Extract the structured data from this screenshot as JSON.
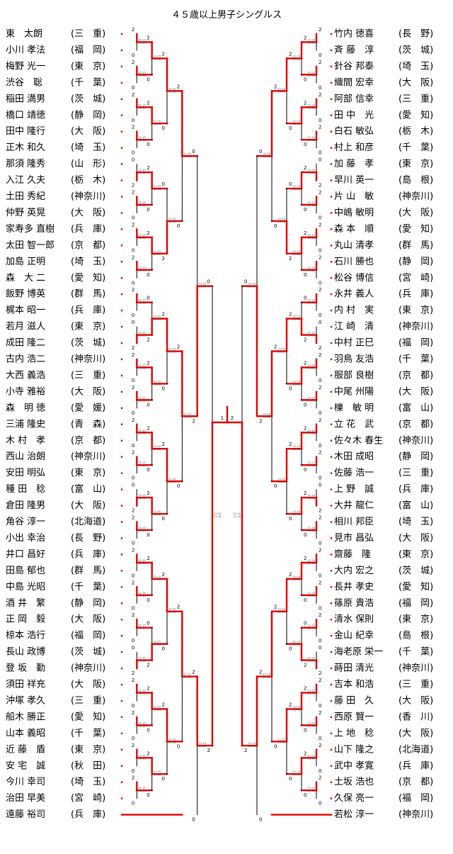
{
  "title": "４５歳以上男子シングルス",
  "left_players": [
    {
      "name": "東　太朗",
      "pref": "(三　重)"
    },
    {
      "name": "小川 孝法",
      "pref": "(福　岡)"
    },
    {
      "name": "梅野 光一",
      "pref": "(東　京)"
    },
    {
      "name": "渋谷　聡",
      "pref": "(千　葉)"
    },
    {
      "name": "稲田 満男",
      "pref": "(茨　城)"
    },
    {
      "name": "橋口 靖徳",
      "pref": "(静　岡)"
    },
    {
      "name": "田中 隆行",
      "pref": "(大　阪)"
    },
    {
      "name": "正木 和久",
      "pref": "(埼　玉)"
    },
    {
      "name": "那須 隆秀",
      "pref": "(山　形)"
    },
    {
      "name": "入江 久夫",
      "pref": "(栃　木)"
    },
    {
      "name": "土田 秀紀",
      "pref": "(神奈川)"
    },
    {
      "name": "仲野 英晃",
      "pref": "(大　阪)"
    },
    {
      "name": "家寿多 直樹",
      "pref": "(兵　庫)"
    },
    {
      "name": "太田 智一郎",
      "pref": "(京　都)"
    },
    {
      "name": "加島 正明",
      "pref": "(埼　玉)"
    },
    {
      "name": "森　大 二",
      "pref": "(愛　知)"
    },
    {
      "name": "飯野 博英",
      "pref": "(群　馬)"
    },
    {
      "name": "梶本 昭一",
      "pref": "(兵　庫)"
    },
    {
      "name": "若月 滋人",
      "pref": "(東　京)"
    },
    {
      "name": "成田 隆二",
      "pref": "(茨　城)"
    },
    {
      "name": "古内 浩二",
      "pref": "(神奈川)"
    },
    {
      "name": "大西 義浩",
      "pref": "(三　重)"
    },
    {
      "name": "小寺 雅裕",
      "pref": "(大　阪)"
    },
    {
      "name": "森　明 徳",
      "pref": "(愛　媛)"
    },
    {
      "name": "三浦 隆史",
      "pref": "(青　森)"
    },
    {
      "name": "木 村　孝",
      "pref": "(京　都)"
    },
    {
      "name": "西山 治朗",
      "pref": "(神奈川)"
    },
    {
      "name": "安田 明弘",
      "pref": "(東　京)"
    },
    {
      "name": "種 田　稔",
      "pref": "(富　山)"
    },
    {
      "name": "倉田 隆男",
      "pref": "(大　阪)"
    },
    {
      "name": "角谷 淳一",
      "pref": "(北海道)"
    },
    {
      "name": "小出 幸治",
      "pref": "(長　野)"
    },
    {
      "name": "井口 昌好",
      "pref": "(兵　庫)"
    },
    {
      "name": "田島 郁也",
      "pref": "(群　馬)"
    },
    {
      "name": "中島 光昭",
      "pref": "(千　葉)"
    },
    {
      "name": "酒 井　繁",
      "pref": "(静　岡)"
    },
    {
      "name": "正 岡　毅",
      "pref": "(大　阪)"
    },
    {
      "name": "椋本 浩行",
      "pref": "(福　岡)"
    },
    {
      "name": "長山 政博",
      "pref": "(茨　城)"
    },
    {
      "name": "登 坂　勤",
      "pref": "(神奈川)"
    },
    {
      "name": "須田 祥充",
      "pref": "(大　阪)"
    },
    {
      "name": "沖塚 孝久",
      "pref": "(三　重)"
    },
    {
      "name": "船木 勝正",
      "pref": "(愛　知)"
    },
    {
      "name": "山本 義昭",
      "pref": "(千　葉)"
    },
    {
      "name": "近 藤　盾",
      "pref": "(東　京)"
    },
    {
      "name": "安 宅　誠",
      "pref": "(秋　田)"
    },
    {
      "name": "今川 幸司",
      "pref": "(埼　玉)"
    },
    {
      "name": "治田 早美",
      "pref": "(宮　崎)"
    },
    {
      "name": "遠藤 裕司",
      "pref": "(兵　庫)"
    }
  ],
  "right_players": [
    {
      "name": "竹内 徳喜",
      "pref": "(長　野)"
    },
    {
      "name": "斉 藤　淳",
      "pref": "(茨　城)"
    },
    {
      "name": "針谷 邦泰",
      "pref": "(埼　玉)"
    },
    {
      "name": "織間 宏幸",
      "pref": "(大　阪)"
    },
    {
      "name": "阿部 信幸",
      "pref": "(三　重)"
    },
    {
      "name": "田 中　光",
      "pref": "(愛　知)"
    },
    {
      "name": "白石 敏弘",
      "pref": "(栃　木)"
    },
    {
      "name": "村上 和彦",
      "pref": "(千　葉)"
    },
    {
      "name": "加 藤　孝",
      "pref": "(東　京)"
    },
    {
      "name": "早川 英一",
      "pref": "(島　根)"
    },
    {
      "name": "片 山　敏",
      "pref": "(神奈川)"
    },
    {
      "name": "中嶋 敏明",
      "pref": "(大　阪)"
    },
    {
      "name": "森 本　順",
      "pref": "(愛　知)"
    },
    {
      "name": "丸山 清孝",
      "pref": "(群　馬)"
    },
    {
      "name": "石川 勝也",
      "pref": "(静　岡)"
    },
    {
      "name": "松谷 博信",
      "pref": "(宮　崎)"
    },
    {
      "name": "永井 義人",
      "pref": "(兵　庫)"
    },
    {
      "name": "内 村　実",
      "pref": "(東　京)"
    },
    {
      "name": "江 崎　清",
      "pref": "(神奈川)"
    },
    {
      "name": "中村 正巳",
      "pref": "(福　岡)"
    },
    {
      "name": "羽鳥 友浩",
      "pref": "(千　葉)"
    },
    {
      "name": "服部 良樹",
      "pref": "(京　都)"
    },
    {
      "name": "中尾 州陽",
      "pref": "(大　阪)"
    },
    {
      "name": "櫟　敏 明",
      "pref": "(富　山)"
    },
    {
      "name": "立 花　武",
      "pref": "(京　都)"
    },
    {
      "name": "佐々木 春生",
      "pref": "(神奈川)"
    },
    {
      "name": "木田 成昭",
      "pref": "(静　岡)"
    },
    {
      "name": "佐藤 浩一",
      "pref": "(三　重)"
    },
    {
      "name": "上 野　誠",
      "pref": "(兵　庫)"
    },
    {
      "name": "大井 龍仁",
      "pref": "(富　山)"
    },
    {
      "name": "相川 邦臣",
      "pref": "(埼　玉)"
    },
    {
      "name": "見市 昌弘",
      "pref": "(大　阪)"
    },
    {
      "name": "齋藤　隆",
      "pref": "(東　京)"
    },
    {
      "name": "大内 宏之",
      "pref": "(茨　城)"
    },
    {
      "name": "長井 孝史",
      "pref": "(愛　知)"
    },
    {
      "name": "篠原 貴浩",
      "pref": "(福　岡)"
    },
    {
      "name": "清水 保則",
      "pref": "(東　京)"
    },
    {
      "name": "金山 紀幸",
      "pref": "(島　根)"
    },
    {
      "name": "海老原 栄一",
      "pref": "(千　葉)"
    },
    {
      "name": "蒔田 清光",
      "pref": "(神奈川)"
    },
    {
      "name": "吉本 和浩",
      "pref": "(三　重)"
    },
    {
      "name": "藤 田　久",
      "pref": "(大　阪)"
    },
    {
      "name": "西原 賢一",
      "pref": "(香　川)"
    },
    {
      "name": "上 地　稔",
      "pref": "(大　阪)"
    },
    {
      "name": "山下 隆之",
      "pref": "(北海道)"
    },
    {
      "name": "武中 孝寛",
      "pref": "(兵　庫)"
    },
    {
      "name": "土坂 浩也",
      "pref": "(京　都)"
    },
    {
      "name": "久保 亮一",
      "pref": "(福　岡)"
    },
    {
      "name": "若松 淳一",
      "pref": "(神奈川)"
    }
  ],
  "colors": {
    "winner_line": "#e00000",
    "loser_line": "#000000",
    "text": "#000000"
  }
}
